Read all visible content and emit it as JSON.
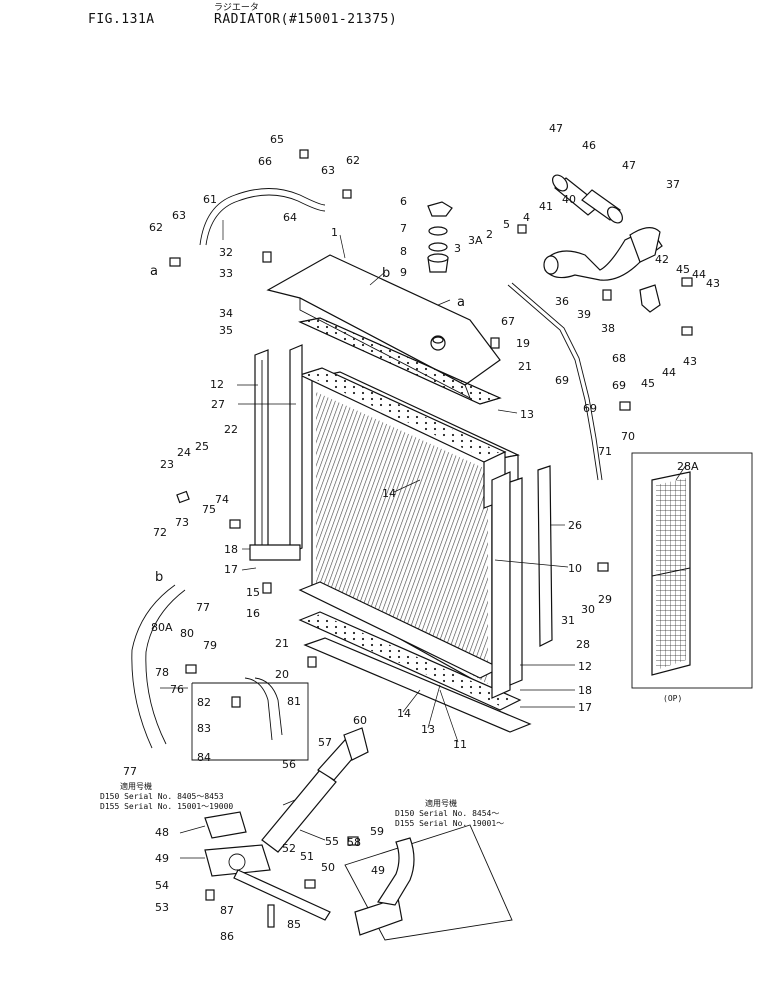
{
  "header": {
    "fig_number": "FIG.131A",
    "title_jp": "ラジエータ",
    "title": "RADIATOR(#15001-21375)"
  },
  "part_labels": [
    "1",
    "2",
    "3",
    "3A",
    "4",
    "5",
    "6",
    "7",
    "8",
    "9",
    "10",
    "11",
    "12",
    "12",
    "13",
    "13",
    "14",
    "14",
    "15",
    "16",
    "17",
    "17",
    "18",
    "18",
    "19",
    "20",
    "21",
    "21",
    "22",
    "23",
    "24",
    "25",
    "26",
    "27",
    "28",
    "28A",
    "29",
    "30",
    "31",
    "32",
    "33",
    "34",
    "35",
    "36",
    "37",
    "38",
    "39",
    "40",
    "41",
    "42",
    "43",
    "43",
    "44",
    "44",
    "45",
    "45",
    "46",
    "47",
    "47",
    "48",
    "49",
    "49",
    "50",
    "51",
    "52",
    "53",
    "54",
    "55",
    "56",
    "57",
    "58",
    "59",
    "60",
    "61",
    "62",
    "62",
    "63",
    "63",
    "64",
    "65",
    "66",
    "67",
    "68",
    "69",
    "69",
    "69",
    "70",
    "71",
    "72",
    "73",
    "74",
    "75",
    "76",
    "77",
    "77",
    "78",
    "79",
    "80",
    "80A",
    "81",
    "82",
    "83",
    "84",
    "85",
    "86",
    "87"
  ],
  "ref_letters": [
    "a",
    "a",
    "b",
    "b"
  ],
  "serial_notes": {
    "left": {
      "title": "適用号機",
      "line1": "D150  Serial  No.  8405～8453",
      "line2": "D155  Serial  No.  15001～19000"
    },
    "right": {
      "title": "適用号機",
      "line1": "D150  Serial  No.  8454～",
      "line2": "D155  Serial  No.  19001～"
    }
  },
  "inset_caption": "(OP)"
}
